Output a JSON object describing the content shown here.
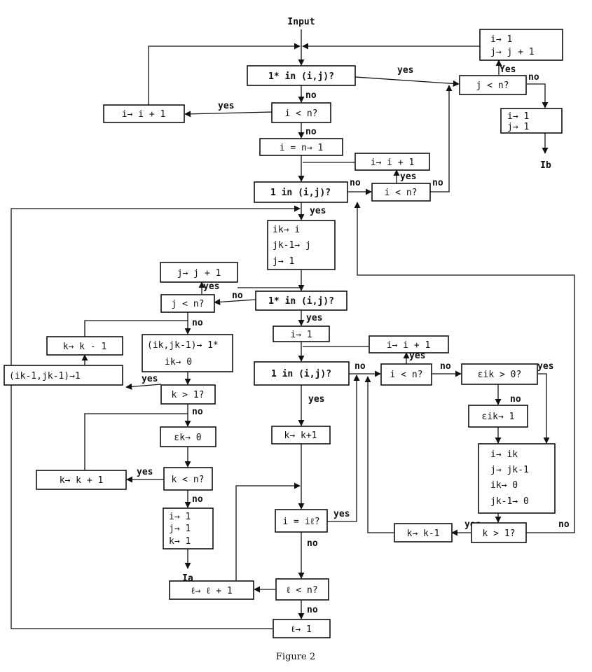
{
  "diagram": {
    "caption": "Figure 2",
    "input_label": "Input",
    "exit_a": "Ia",
    "exit_b": "Ib",
    "edge_labels": {
      "yes": "yes",
      "no": "no",
      "Yes": "Yes"
    },
    "nodes": {
      "star_check_top": "1* in (i,j)?",
      "i_lt_n_1": "i < n?",
      "i_inc_1": "i→ i + 1",
      "i_eq_n": "i = n→ 1",
      "j_lt_n_top": "j < n?",
      "reset_top": [
        "i→ 1",
        "j→ j + 1"
      ],
      "reset_right": [
        "i→ 1",
        "j→ 1"
      ],
      "i_inc_2": "i→ i + 1",
      "one_check_1": "1 in (i,j)?",
      "i_lt_n_2": "i < n?",
      "assign_ik": [
        "ik→ i",
        "jk-1→ j",
        "j→ 1"
      ],
      "star_check_mid": "1* in (i,j)?",
      "j_inc": "j→ j + 1",
      "j_lt_n_mid": "j < n?",
      "mark_star": [
        "(ik,jk-1)→ 1*",
        "ik→ 0"
      ],
      "k_dec_left": "k→ k - 1",
      "mark_one": "(ik-1,jk-1)→1",
      "k_gt_1_left": "k > 1?",
      "eps_k": "εk→ 0",
      "k_lt_n": "k < n?",
      "k_inc_left": "k→ k + 1",
      "reset_ijk": [
        "i→ 1",
        "j→ 1",
        "k→ 1"
      ],
      "i_one": "i→ 1",
      "i_inc_3": "i→ i + 1",
      "one_check_2": "1 in (i,j)?",
      "k_inc_mid": "k→ k+1",
      "i_eq_il": "i = iℓ?",
      "l_lt_n": "ℓ < n?",
      "l_inc": "ℓ→ ℓ + 1",
      "l_one": "ℓ→ 1",
      "i_lt_n_3": "i < n?",
      "eps_ik_pos": "εik > 0?",
      "eps_ik_one": "εik→ 1",
      "assign_back": [
        "i→ ik",
        "j→ jk-1",
        "ik→ 0",
        "jk-1→ 0"
      ],
      "k_gt_1_right": "k > 1?",
      "k_dec_right": "k→ k-1"
    }
  }
}
